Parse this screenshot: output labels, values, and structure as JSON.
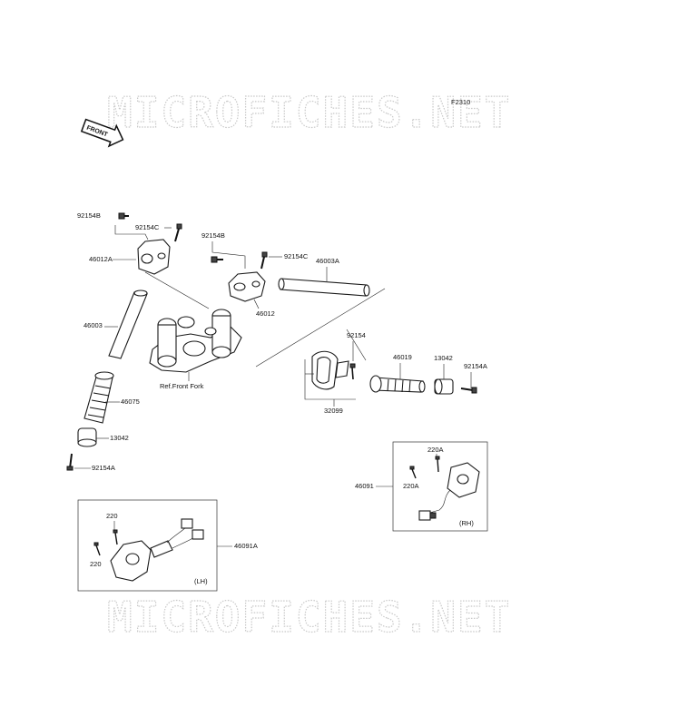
{
  "watermark": {
    "text_top": "MICROFICHES.NET",
    "text_bottom": "MICROFICHES.NET"
  },
  "figure_code": "F2310",
  "front_badge": "FRONT",
  "labels": {
    "p92154B_a": "92154B",
    "p92154C_a": "92154C",
    "p46012A": "46012A",
    "p92154B_b": "92154B",
    "p92154C_b": "92154C",
    "p46003A": "46003A",
    "p46012": "46012",
    "p46003": "46003",
    "ref_front_fork": "Ref.Front Fork",
    "p92154": "92154",
    "p46019": "46019",
    "p13042_a": "13042",
    "p92154A_a": "92154A",
    "p46075": "46075",
    "p32099": "32099",
    "p13042_b": "13042",
    "p92154A_b": "92154A",
    "p220A_top": "220A",
    "p46091": "46091",
    "p220A_side": "220A",
    "rh": "(RH)",
    "p220_top": "220",
    "p220_side": "220",
    "p46091A": "46091A",
    "lh": "(LH)"
  }
}
